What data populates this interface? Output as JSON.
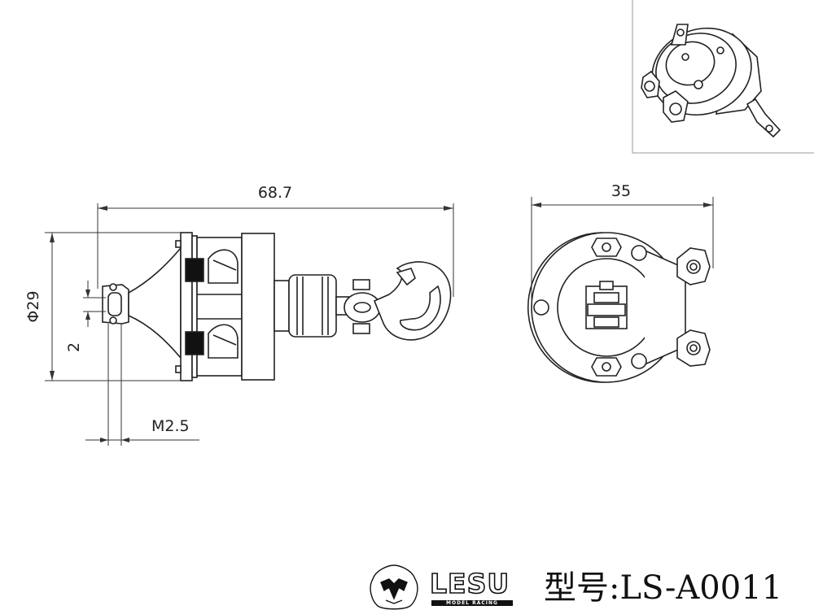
{
  "dimensions": {
    "overall_length": "68.7",
    "diameter": "Φ29",
    "offset": "2",
    "thread": "M2.5",
    "front_width": "35"
  },
  "brand": {
    "name": "LESU",
    "tagline": "MODEL RACING"
  },
  "model_label": "型号:LS-A0011",
  "icons": [
    "lion-logo-icon"
  ]
}
